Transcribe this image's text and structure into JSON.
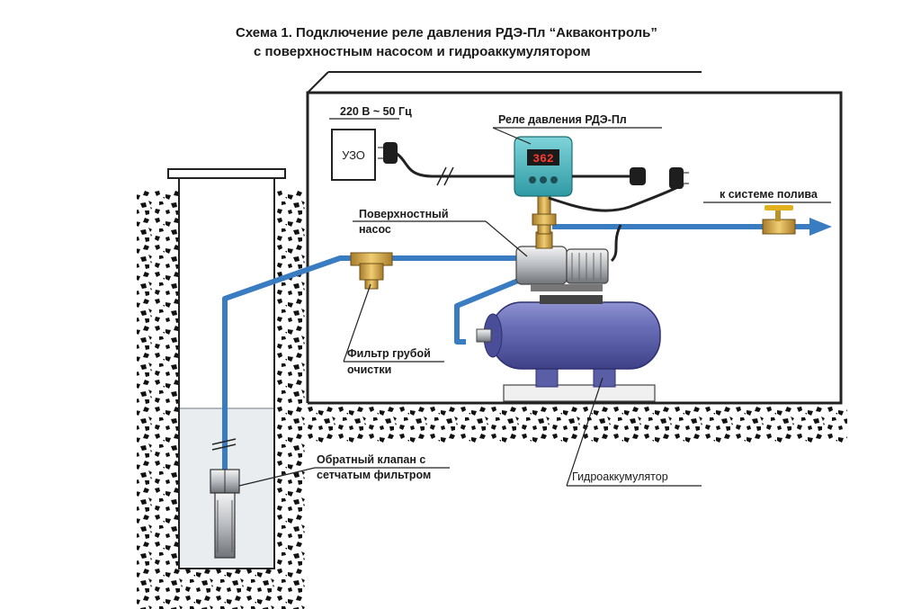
{
  "diagram": {
    "title_line1": "Схема 1. Подключение реле давления РДЭ-Пл “Акваконтроль”",
    "title_line2": "с поверхностным насосом и гидроаккумулятором",
    "power_label": "220 В ~ 50 Гц",
    "uzo_label": "УЗО",
    "relay_label": "Реле давления РДЭ-Пл",
    "relay_display": "362",
    "relay_brand": "РДЭ-Пл",
    "pump_label_line1": "Поверхностный",
    "pump_label_line2": "насос",
    "irrigation_label": "к системе полива",
    "filter_label_line1": "Фильтр грубой",
    "filter_label_line2": "очистки",
    "check_valve_label_line1": "Обратный клапан с",
    "check_valve_label_line2": "сетчатым фильтром",
    "accumulator_label": "Гидроаккумулятор",
    "colors": {
      "pipe": "#3a7cc1",
      "tank": "#5b5fa8",
      "water": "#eef2f4",
      "soil": "#111111",
      "frame": "#222222"
    }
  }
}
